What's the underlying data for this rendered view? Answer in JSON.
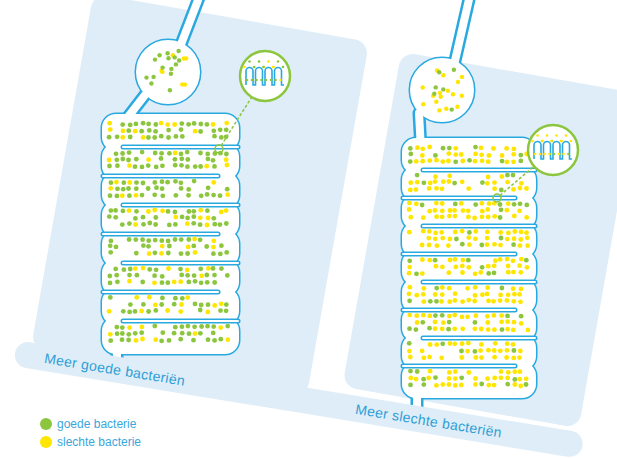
{
  "diagram": {
    "nodes": [
      {
        "text": [
          "Meer goede bacteriën",
          "Meer slechte bacteriën"
        ]
      }
    ],
    "legend": [
      {
        "text": "goede bacterie",
        "color": "#8cc63f"
      },
      {
        "text": "slechte bacterie",
        "color": "#ffe600"
      }
    ]
  }
}
